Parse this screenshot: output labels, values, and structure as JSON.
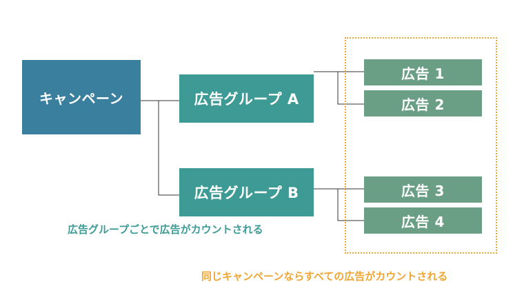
{
  "campaign": {
    "label": "キャンペーン"
  },
  "ad_groups": [
    {
      "label": "広告グループ A"
    },
    {
      "label": "広告グループ B"
    }
  ],
  "ads": [
    {
      "label": "広告 1"
    },
    {
      "label": "広告 2"
    },
    {
      "label": "広告 3"
    },
    {
      "label": "広告 4"
    }
  ],
  "notes": {
    "per_group": "広告グループごとで広告がカウントされる",
    "per_campaign": "同じキャンペーンならすべての広告がカウントされる"
  },
  "colors": {
    "campaign": "#3b7f9e",
    "ad_group": "#3d9a94",
    "ad": "#6a9f86",
    "highlight": "#f0a533",
    "connector": "#333333"
  }
}
